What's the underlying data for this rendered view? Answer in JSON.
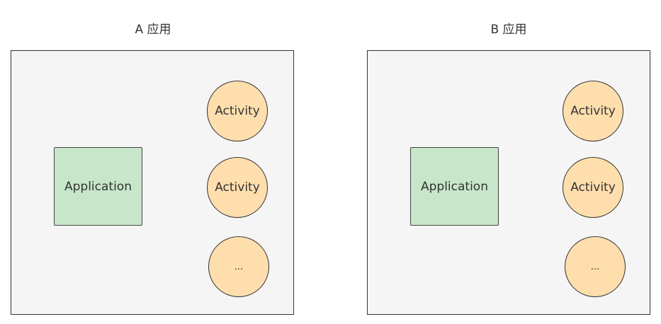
{
  "apps": [
    {
      "title": "A 应用",
      "application_label": "Application",
      "components": [
        "Activity",
        "Activity",
        "..."
      ]
    },
    {
      "title": "B 应用",
      "application_label": "Application",
      "components": [
        "Activity",
        "Activity",
        "..."
      ]
    }
  ],
  "colors": {
    "panel_fill": "#f5f5f5",
    "application_fill": "#c8e6c9",
    "activity_fill": "#ffdead",
    "stroke": "#333333"
  }
}
